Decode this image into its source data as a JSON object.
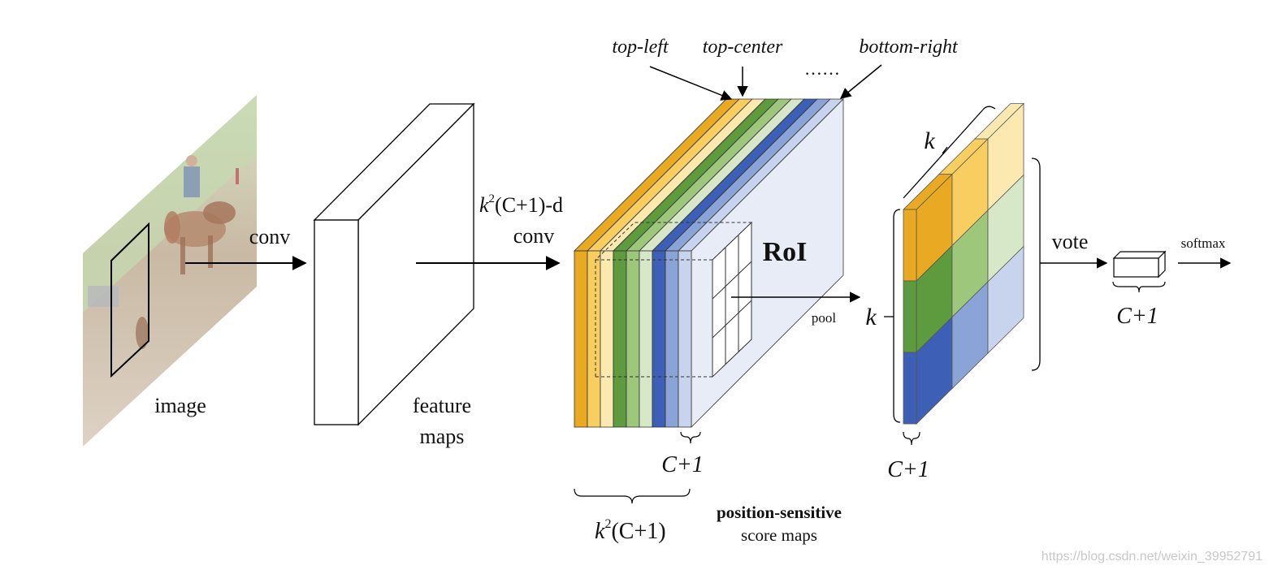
{
  "labels": {
    "image": "image",
    "conv1": "conv",
    "feature_line1": "feature",
    "feature_line2": "maps",
    "conv2_k": "k",
    "conv2_sup": "2",
    "conv2_rest": "(C+1)-d",
    "conv2_line2": "conv",
    "top_left": "top-left",
    "top_center": "top-center",
    "dots": "……",
    "bottom_right": "bottom-right",
    "roi": "RoI",
    "pool": "pool",
    "c1_score": "C+1",
    "k2_k": "k",
    "k2_sup": "2",
    "k2_rest": "(C+1)",
    "ps_bold": "position-sensitive",
    "ps_line2": "score maps",
    "k_top": "k",
    "k_left": "k",
    "c1_pool": "C+1",
    "vote": "vote",
    "softmax": "softmax",
    "c1_out": "C+1"
  },
  "colors": {
    "orange_dark": "#E9A923",
    "orange_mid": "#F7CE5F",
    "orange_light": "#FBE9B0",
    "green_dark": "#5E9A3E",
    "green_mid": "#9DC77A",
    "green_light": "#D7E8C8",
    "blue_dark": "#3D5FB5",
    "blue_mid": "#8BA4D8",
    "blue_light": "#C8D4EE",
    "slab": "#E7ECF6"
  },
  "watermark": "https://blog.csdn.net/weixin_39952791"
}
